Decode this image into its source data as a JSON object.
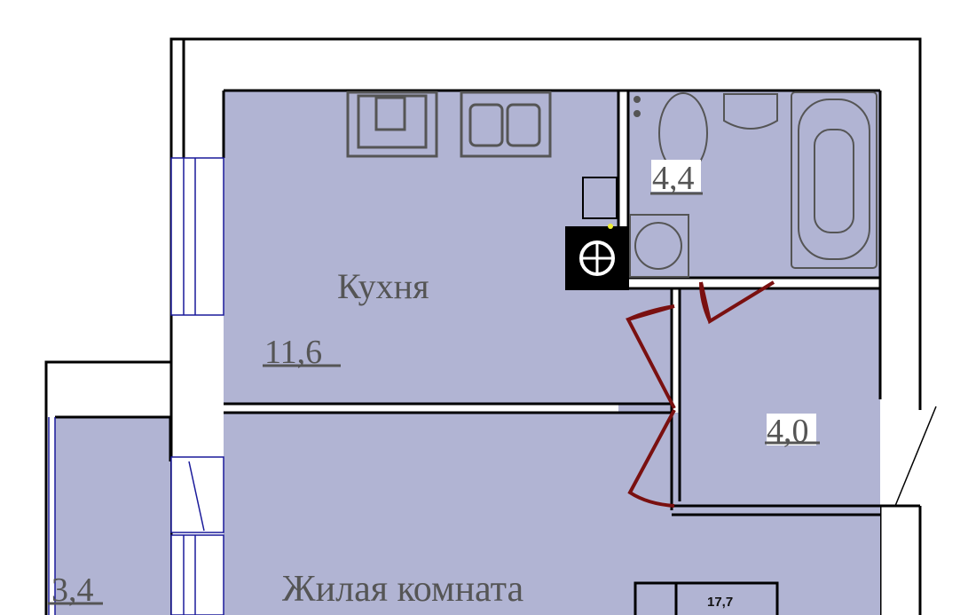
{
  "rooms": {
    "kitchen": {
      "name": "Кухня",
      "area": "11,6"
    },
    "bathroom": {
      "area": "4,4"
    },
    "hall": {
      "area": "4,0"
    },
    "living": {
      "name": "Жилая комната",
      "area": "17,7"
    },
    "balcony": {
      "area": "3,4"
    }
  },
  "colors": {
    "room_fill": "#b1b4d3",
    "wall": "#000000",
    "door": "#7a1010",
    "window": "#1a1a9a",
    "fixture": "#555555"
  }
}
